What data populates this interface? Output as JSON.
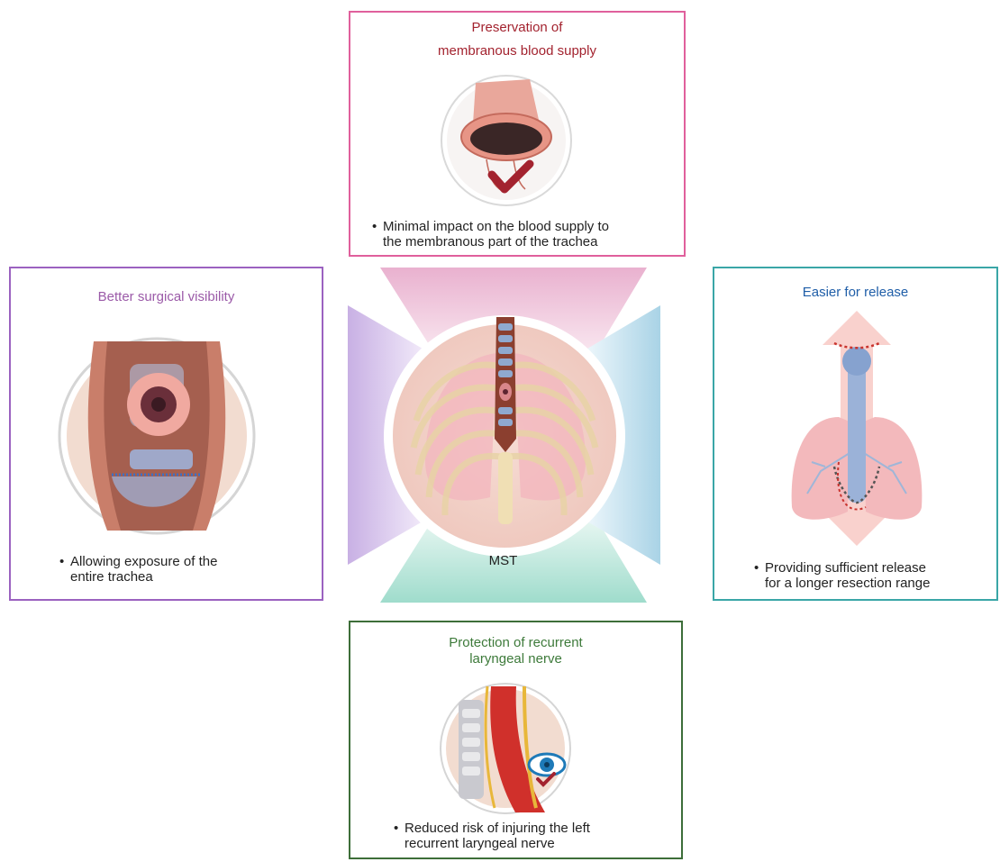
{
  "center": {
    "label": "MST"
  },
  "panels": {
    "top": {
      "title_line1": "Preservation of",
      "title_line2": "membranous blood supply",
      "title_color": "#a3232f",
      "border_color": "#e0609c",
      "bullet_line1": "Minimal impact on the blood supply to",
      "bullet_line2": "the membranous part of the trachea"
    },
    "left": {
      "title": "Better surgical visibility",
      "title_color": "#9b5aa8",
      "border_color": "#9b62c0",
      "bullet_line1": "Allowing exposure of the",
      "bullet_line2": "entire trachea"
    },
    "right": {
      "title": "Easier for release",
      "title_color": "#1f5ea8",
      "border_color": "#3aa6a7",
      "bullet_line1": "Providing sufficient release",
      "bullet_line2": "for a longer resection range"
    },
    "bottom": {
      "title_line1": "Protection of recurrent",
      "title_line2": "laryngeal nerve",
      "title_color": "#3d7a3a",
      "border_color": "#3d6e39",
      "bullet_line1": "Reduced risk of injuring the left",
      "bullet_line2": "recurrent laryngeal nerve"
    }
  },
  "bullet_glyph": "•",
  "icons": [
    "trachea-cross-section-icon",
    "check-mark-icon",
    "tumor-trachea-icon",
    "thorax-ribcage-icon",
    "lungs-release-icon",
    "nerve-eye-icon"
  ]
}
